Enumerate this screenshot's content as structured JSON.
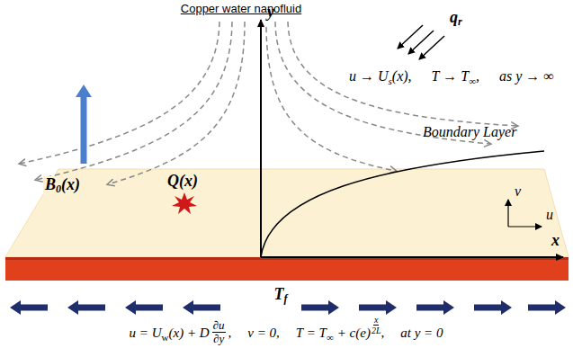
{
  "diagram": {
    "labels": [
      "Copper water nanofluid",
      "y",
      "q",
      "r",
      "u → U",
      "s",
      "(x),",
      "T → T",
      "∞",
      ",",
      "as y → ∞",
      "Boundary Layer",
      "v",
      "u",
      "x",
      "B",
      "0",
      "(x)",
      "Q(x)",
      "T",
      "f",
      "u = U",
      "w",
      "(x) + D",
      "∂u",
      "∂y",
      ",",
      "v = 0,",
      "T = T",
      "∞",
      "+ c(e)",
      "x",
      "2L",
      ",",
      "at y = 0"
    ]
  }
}
